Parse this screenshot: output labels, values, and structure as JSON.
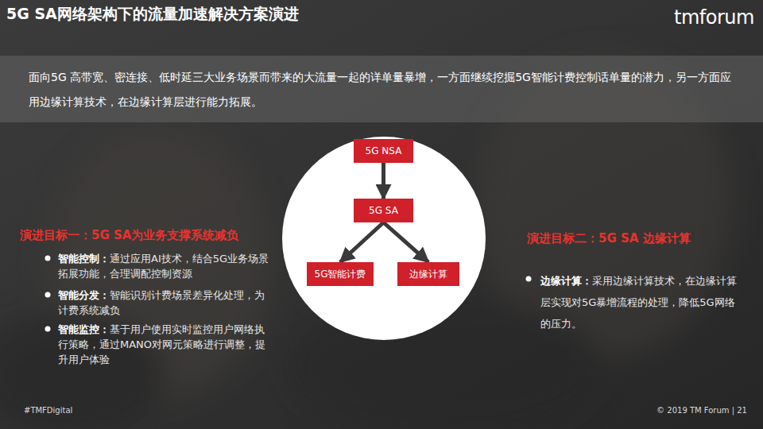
{
  "diagram": {
    "title": "5G SA网络架构下的流量加速解决方案演进",
    "nodes": [
      {
        "text": [
          "面向5G 高带宽、密连接、低时延三大业务场景而带来的大流量一起的详单量暴增，一方面继续挖掘5G智能计费控制话单量的潜力，另一方面应用边缘计算技术，在边缘计算层进行能力拓展。"
        ]
      },
      {
        "text": [
          "5G NSA"
        ]
      },
      {
        "text": [
          "5G SA"
        ]
      },
      {
        "text": [
          "5G智能计费"
        ]
      },
      {
        "text": [
          "边缘计算"
        ]
      }
    ],
    "edges": [
      {
        "from": 1,
        "to": 2,
        "arrow": "to"
      },
      {
        "from": 2,
        "to": 3,
        "arrow": "to"
      },
      {
        "from": 2,
        "to": 4,
        "arrow": "to"
      }
    ],
    "labels": [
      "tmforum",
      "演进目标一：5G SA为业务支撑系统减负",
      "智能控制：",
      "通过应用AI技术，结合5G业务场景拓展功能，合理调配控制资源",
      "智能分发：",
      "智能识别计费场景差异化处理，为计费系统减负",
      "智能监控：",
      "基于用户使用实时监控用户网络执行策略，通过MANO对网元策略进行调整，提升用户体验",
      "演进目标二：5G SA 边缘计算",
      "边缘计算：",
      "采用边缘计算技术，在边缘计算层实现对5G暴增流程的处理，降低5G网络的压力。",
      "#TMFDigital",
      "© 2019 TM Forum | 21"
    ]
  }
}
